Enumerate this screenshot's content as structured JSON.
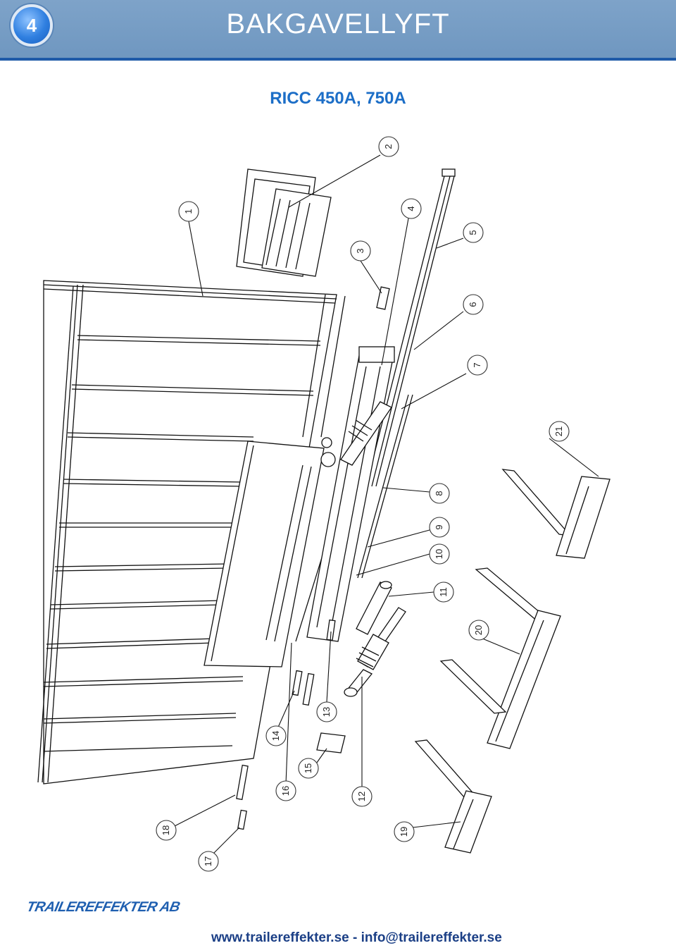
{
  "header": {
    "badge": "4",
    "title": "BAKGAVELLYFT"
  },
  "subtitle": "RICC 450A, 750A",
  "callouts": [
    "1",
    "2",
    "3",
    "4",
    "5",
    "6",
    "7",
    "8",
    "9",
    "10",
    "11",
    "12",
    "13",
    "14",
    "15",
    "16",
    "17",
    "18",
    "19",
    "20",
    "21"
  ],
  "logo": "TRAILEREFFEKTER AB",
  "footer": "www.trailereffekter.se - info@trailereffekter.se",
  "colors": {
    "header": "#7ea3c9",
    "accent": "#1c6ec7",
    "footer_text": "#1b3f86"
  }
}
